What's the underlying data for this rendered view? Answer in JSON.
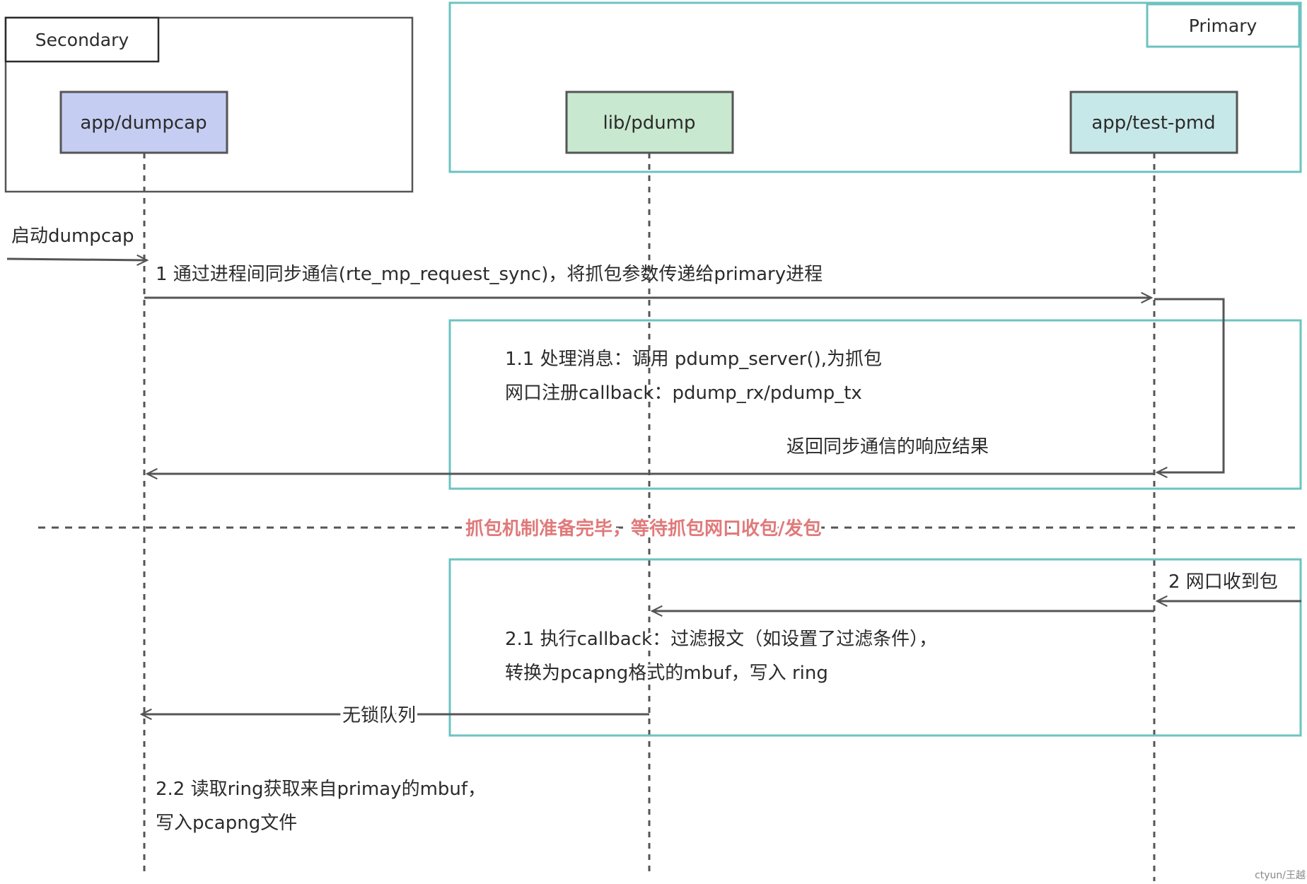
{
  "groups": {
    "secondary": "Secondary",
    "primary": "Primary"
  },
  "lifelines": {
    "dumpcap": "app/dumpcap",
    "pdump": "lib/pdump",
    "testpmd": "app/test-pmd"
  },
  "messages": {
    "start": "启动dumpcap",
    "step1": "1 通过进程间同步通信(rte_mp_request_sync)，将抓包参数传递给primary进程",
    "step1_1_line1": "1.1 处理消息：调用 pdump_server(),为抓包",
    "step1_1_line2": "网口注册callback：pdump_rx/pdump_tx",
    "reply": "返回同步通信的响应结果",
    "separator": "抓包机制准备完毕，等待抓包网口收包/发包",
    "step2": "2 网口收到包",
    "step2_1_line1": "2.1 执行callback：过滤报文（如设置了过滤条件），",
    "step2_1_line2": "转换为pcapng格式的mbuf，写入 ring",
    "queue": "无锁队列",
    "step2_2_line1": "2.2 读取ring获取来自primay的mbuf，",
    "step2_2_line2": "写入pcapng文件"
  },
  "watermark": "ctyun/王越",
  "colors": {
    "teal_border": "#6cc3c1",
    "dumpcap_fill": "#c5cdf2",
    "pdump_fill": "#c8e8cf",
    "testpmd_fill": "#c7e8e8",
    "separator_text": "#e07a7a",
    "line": "#555555"
  }
}
